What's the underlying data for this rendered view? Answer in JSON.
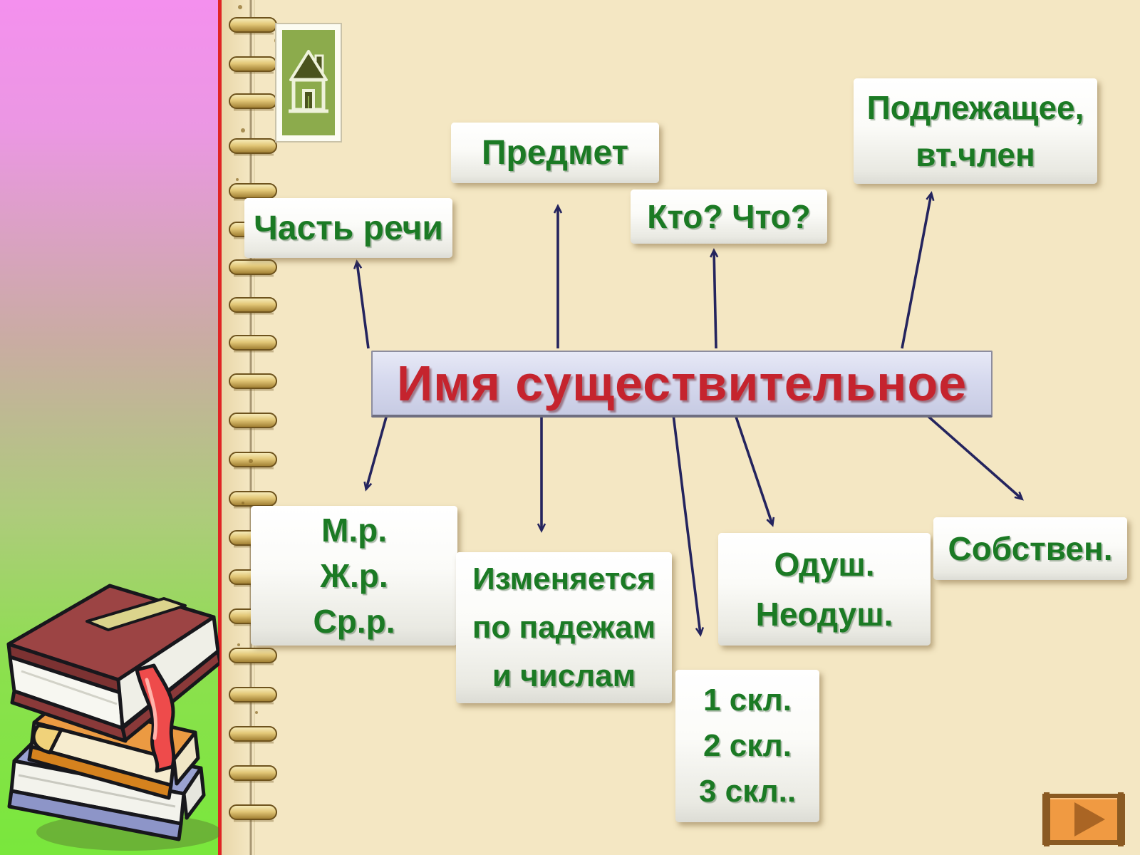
{
  "slide": {
    "center": {
      "title": "Имя существительное"
    },
    "nodes": {
      "chast_rechi": "Часть речи",
      "predmet": "Предмет",
      "kto_chto": "Кто? Что?",
      "podlezhashchee": [
        "Подлежащее,",
        "вт.член"
      ],
      "rod": [
        "М.р.",
        "Ж.р.",
        "Ср.р."
      ],
      "izmenyaetsya": [
        "Изменяется",
        "по падежам",
        "и числам"
      ],
      "sklonenie": [
        "1 скл.",
        "2 скл.",
        "3 скл.."
      ],
      "odush": [
        "Одуш.",
        "Неодуш."
      ],
      "sobstven": "Собствен."
    },
    "buttons": {
      "home": "house-icon",
      "next": "forward-arrow-icon"
    },
    "colors": {
      "node_text_green": "#1b7a24",
      "title_text_red": "#c5242e",
      "arrow_navy": "#24245e",
      "page_cream": "#f4e7c3",
      "sidebar_pink": "#f490ee",
      "sidebar_green": "#79e73c",
      "home_button_green": "#8cab4c",
      "next_button_orange": "#f09a42",
      "binding_gold": "#d9bc6a"
    }
  }
}
